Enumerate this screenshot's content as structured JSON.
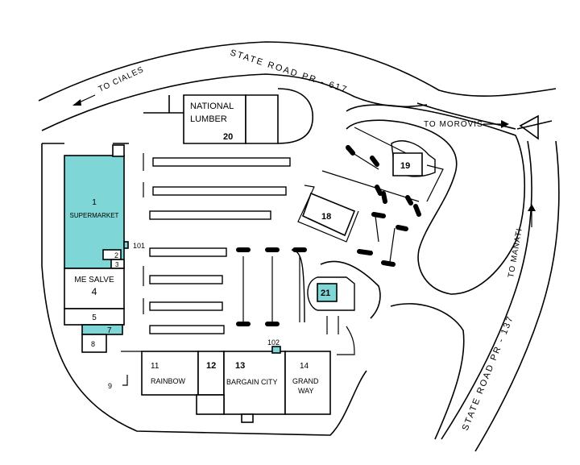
{
  "roads": {
    "state_road_pr617": "STATE  ROAD  PR - 617",
    "to_ciales": "TO CIALES",
    "to_morovis": "TO MOROVIS",
    "state_road_pr137": "STATE  ROAD  PR - 137",
    "to_manati": "TO MANATI"
  },
  "stores": {
    "s1_num": "1",
    "s1_name": "SUPERMARKET",
    "s2": "2",
    "s3": "3",
    "s4_name": "ME SALVE",
    "s4_num": "4",
    "s5": "5",
    "s7": "7",
    "s8": "8",
    "s9": "9",
    "s11_num": "11",
    "s11_name": "RAINBOW",
    "s12": "12",
    "s13_num": "13",
    "s13_name": "BARGAIN CITY",
    "s14_num": "14",
    "s14_line1": "GRAND",
    "s14_line2": "WAY",
    "s18": "18",
    "s19": "19",
    "s20_line1": "NATIONAL",
    "s20_line2": "LUMBER",
    "s20_num": "20",
    "s21": "21",
    "s101": "101",
    "s102": "102"
  },
  "colors": {
    "highlight": "#7fd6d6",
    "line": "#000000",
    "background": "#ffffff"
  }
}
